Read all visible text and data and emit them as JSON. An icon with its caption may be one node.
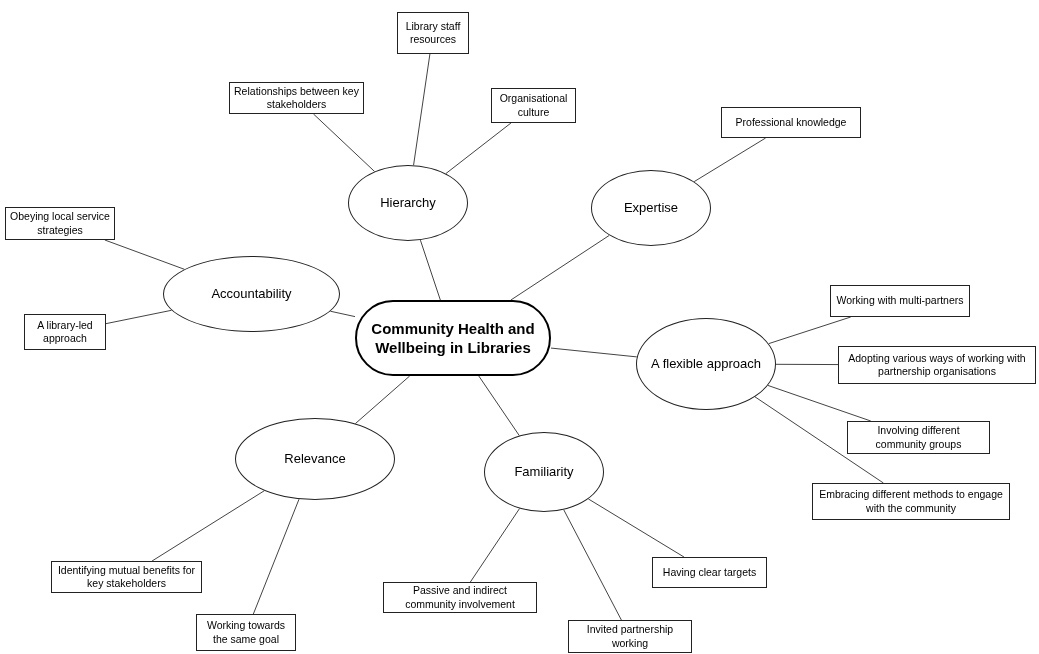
{
  "diagram": {
    "nodes": [
      {
        "text": [
          "Community Health and Wellbeing in Libraries"
        ]
      },
      {
        "text": [
          "Hierarchy"
        ]
      },
      {
        "text": [
          "Expertise"
        ]
      },
      {
        "text": [
          "Accountability"
        ]
      },
      {
        "text": [
          "A flexible approach"
        ]
      },
      {
        "text": [
          "Relevance"
        ]
      },
      {
        "text": [
          "Familiarity"
        ]
      },
      {
        "text": [
          "Library staff resources"
        ]
      },
      {
        "text": [
          "Relationships between key stakeholders"
        ]
      },
      {
        "text": [
          "Organisational culture"
        ]
      },
      {
        "text": [
          "Professional knowledge"
        ]
      },
      {
        "text": [
          "Obeying local service strategies"
        ]
      },
      {
        "text": [
          "A library-led approach"
        ]
      },
      {
        "text": [
          "Working with multi-partners"
        ]
      },
      {
        "text": [
          "Adopting various ways of working with partnership organisations"
        ]
      },
      {
        "text": [
          "Involving different community groups"
        ]
      },
      {
        "text": [
          "Embracing different methods to engage with the community"
        ]
      },
      {
        "text": [
          "Identifying mutual benefits for key stakeholders"
        ]
      },
      {
        "text": [
          "Working towards the same goal"
        ]
      },
      {
        "text": [
          "Passive and indirect community involvement"
        ]
      },
      {
        "text": [
          "Having clear targets"
        ]
      },
      {
        "text": [
          "Invited partnership working"
        ]
      }
    ],
    "edges": [
      {
        "from": 0,
        "to": 1,
        "arrow": "none"
      },
      {
        "from": 0,
        "to": 2,
        "arrow": "none"
      },
      {
        "from": 0,
        "to": 3,
        "arrow": "none"
      },
      {
        "from": 0,
        "to": 4,
        "arrow": "none"
      },
      {
        "from": 0,
        "to": 5,
        "arrow": "none"
      },
      {
        "from": 0,
        "to": 6,
        "arrow": "none"
      },
      {
        "from": 1,
        "to": 7,
        "arrow": "none"
      },
      {
        "from": 1,
        "to": 8,
        "arrow": "none"
      },
      {
        "from": 1,
        "to": 9,
        "arrow": "none"
      },
      {
        "from": 2,
        "to": 10,
        "arrow": "none"
      },
      {
        "from": 3,
        "to": 11,
        "arrow": "none"
      },
      {
        "from": 3,
        "to": 12,
        "arrow": "none"
      },
      {
        "from": 4,
        "to": 13,
        "arrow": "none"
      },
      {
        "from": 4,
        "to": 14,
        "arrow": "none"
      },
      {
        "from": 4,
        "to": 15,
        "arrow": "none"
      },
      {
        "from": 4,
        "to": 16,
        "arrow": "none"
      },
      {
        "from": 5,
        "to": 17,
        "arrow": "none"
      },
      {
        "from": 5,
        "to": 18,
        "arrow": "none"
      },
      {
        "from": 6,
        "to": 19,
        "arrow": "none"
      },
      {
        "from": 6,
        "to": 20,
        "arrow": "none"
      },
      {
        "from": 6,
        "to": 21,
        "arrow": "none"
      }
    ]
  }
}
